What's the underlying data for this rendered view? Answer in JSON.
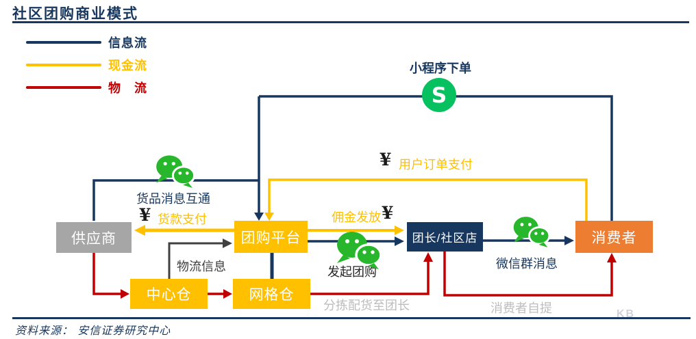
{
  "page": {
    "title": "社区团购商业模式",
    "source": "资料来源： 安信证券研究中心",
    "watermark": "KB"
  },
  "legend": {
    "items": [
      {
        "label": "信息流",
        "color": "#17375e",
        "meaning": "information flow"
      },
      {
        "label": "现金流",
        "color": "#ffc000",
        "meaning": "cash flow"
      },
      {
        "label": "物　流",
        "color": "#c00000",
        "meaning": "logistics flow"
      }
    ]
  },
  "nodes": {
    "supplier": {
      "label": "供应商",
      "color": "#a6a6a6"
    },
    "platform": {
      "label": "团购平台",
      "color": "#ffc000"
    },
    "leader": {
      "label": "团长/社区店",
      "color": "#17375e"
    },
    "consumer": {
      "label": "消费者",
      "color": "#ed7d31"
    },
    "central_warehouse": {
      "label": "中心仓",
      "color": "#ffc000"
    },
    "grid_warehouse": {
      "label": "网格仓",
      "color": "#ffc000"
    }
  },
  "annotations": {
    "mini_program_order": "小程序下单",
    "goods_info_exchange": "货品消息互通",
    "goods_payment": "货款支付",
    "user_order_payment": "用户订单支付",
    "commission_grant": "佣金发放",
    "start_group_buy": "发起团购",
    "wechat_group_message": "微信群消息",
    "logistics_info": "物流信息",
    "sorting_to_leader": "分拣配货至团长",
    "consumer_pickup": "消费者自提",
    "yen": "¥"
  },
  "icons": {
    "wechat": "wechat-icon (green double chat bubbles)",
    "mini_program": "mini-program-icon (green circle with S logo)"
  },
  "colors": {
    "info_flow": "#17375e",
    "cash_flow": "#ffc000",
    "logistics_flow": "#c00000",
    "logistics_info_line": "#404040",
    "wechat_green": "#28b62c",
    "mini_program_green": "#07c160",
    "muted_label": "#bdbdbd"
  }
}
